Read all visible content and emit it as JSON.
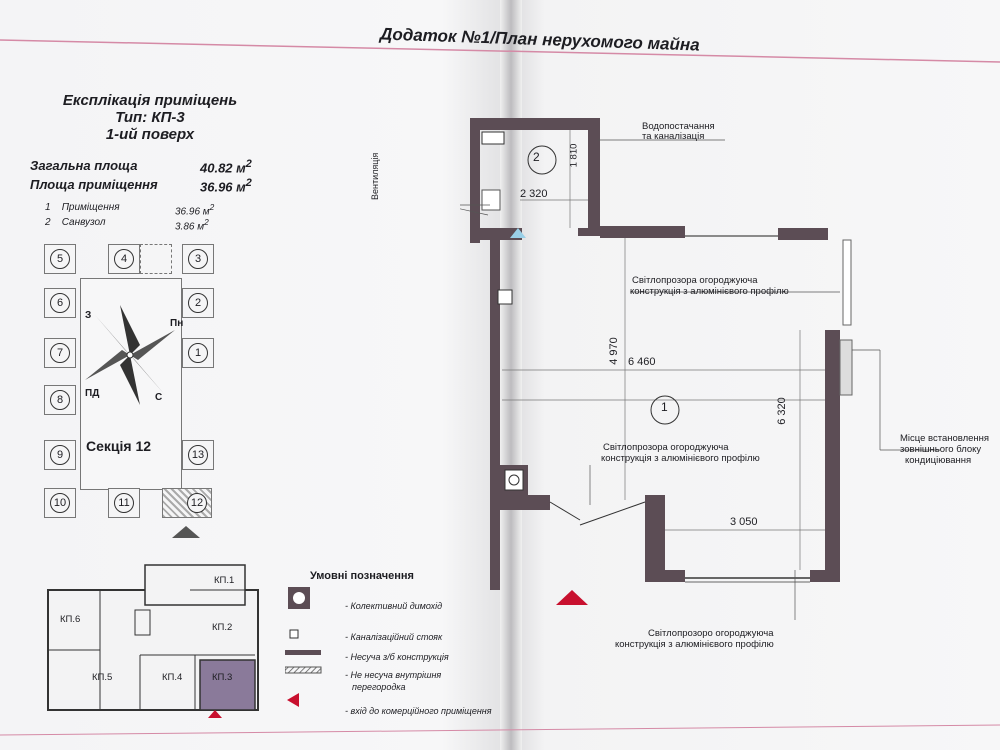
{
  "title": "Додаток №1/План нерухомого майна",
  "explication": {
    "heading": "Експлікація приміщень",
    "type": "Тип: КП-3",
    "floor": "1-ий поверх",
    "total_area_label": "Загальна площа",
    "total_area_value": "40.82",
    "room_area_label": "Площа приміщення",
    "room_area_value": "36.96",
    "unit": "м",
    "unit_sup": "2",
    "rooms": [
      {
        "num": "1",
        "name": "Приміщення",
        "area": "36.96 м"
      },
      {
        "num": "2",
        "name": "Санвузол",
        "area": "3.86 м"
      }
    ]
  },
  "compass": {
    "n": "Пн",
    "w": "З",
    "sw": "ПД",
    "s": "С",
    "section": "Секція 12"
  },
  "sections": [
    "5",
    "4",
    "3",
    "6",
    "2",
    "7",
    "1",
    "8",
    "9",
    "13",
    "10",
    "11",
    "12"
  ],
  "keyplan": {
    "units": [
      "КП.1",
      "КП.2",
      "КП.3",
      "КП.4",
      "КП.5",
      "КП.6"
    ]
  },
  "legend": {
    "title": "Умовні позначення",
    "items": [
      "- Колективний димохід",
      "- Каналізаційний стояк",
      "- Несуча з/б конструкція",
      "- Не несуча внутрішня",
      "перегородка",
      "- вхід до комерційного приміщення"
    ]
  },
  "plan": {
    "room1": "1",
    "room2": "2",
    "dims": [
      "1 810",
      "2 320",
      "4 970",
      "6 460",
      "6 320",
      "3 050"
    ],
    "notes": {
      "water": "Водопостачання",
      "water2": "та каналізація",
      "vent": "Вентиляція",
      "glass_top": "Світлопрозора огороджуюча",
      "glass_top2": "конструкція з алюмінієвого профілю",
      "glass_mid": "Світлопрозора огороджуюча",
      "glass_mid2": "конструкція з алюмінієвого профілю",
      "glass_bot": "Світлопрозоро огороджуюча",
      "glass_bot2": "конструкція з алюмінієвого профілю",
      "ac": "Місце встановлення",
      "ac2": "зовнішнього блоку",
      "ac3": "кондиціювання"
    }
  },
  "colors": {
    "wall": "#5c4d55",
    "accent_red": "#c8102e",
    "highlight": "#8a7a9a"
  }
}
